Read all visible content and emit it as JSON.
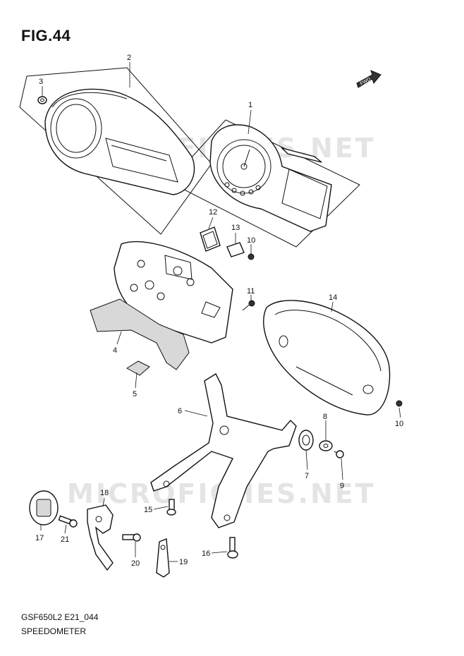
{
  "figure": {
    "title": "FIG.44",
    "code": "GSF650L2 E21_044",
    "name": "SPEEDOMETER",
    "watermark": "MICROFICHES.NET",
    "fwd_label": "FWD"
  },
  "callouts": [
    "1",
    "2",
    "3",
    "4",
    "5",
    "6",
    "7",
    "8",
    "9",
    "10",
    "10",
    "11",
    "12",
    "13",
    "14",
    "15",
    "16",
    "17",
    "18",
    "19",
    "20",
    "21"
  ]
}
